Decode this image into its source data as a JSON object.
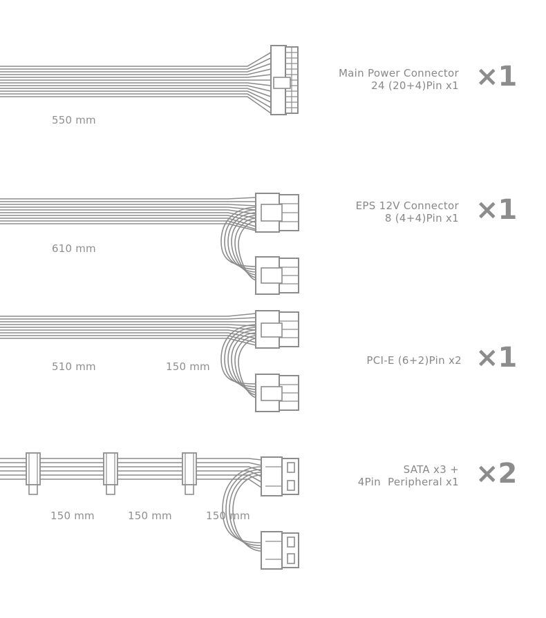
{
  "connectors": [
    {
      "name_line1": "Main Power Connector",
      "name_line2": "24 (20+4)Pin x1",
      "quantity": "×1",
      "lengths": [
        "550 mm"
      ]
    },
    {
      "name_line1": "EPS 12V Connector",
      "name_line2": "8 (4+4)Pin x1",
      "quantity": "×1",
      "lengths": [
        "610 mm"
      ]
    },
    {
      "name_line1": "PCI-E (6+2)Pin x2",
      "name_line2": "",
      "quantity": "×1",
      "lengths": [
        "510 mm",
        "150 mm"
      ]
    },
    {
      "name_line1": "SATA x3 +",
      "name_line2": "4Pin  Peripheral x1",
      "quantity": "×2",
      "lengths": [
        "150 mm",
        "150 mm",
        "150 mm"
      ]
    }
  ],
  "colors": {
    "line": "#8c8c8c",
    "text": "#888888",
    "background": "#ffffff"
  }
}
